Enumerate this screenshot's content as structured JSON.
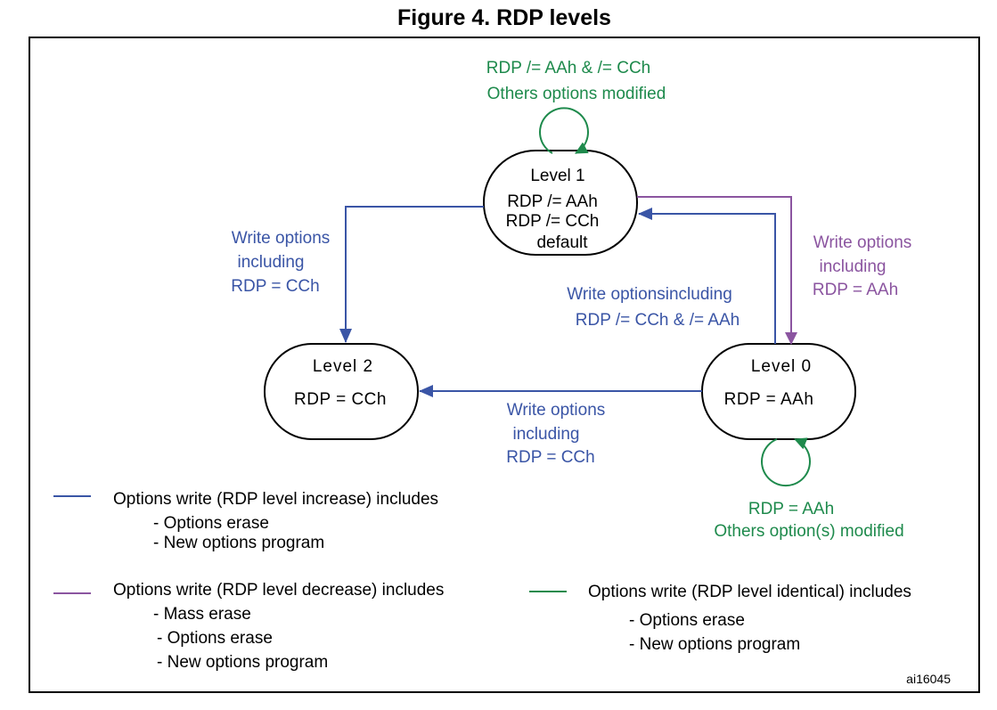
{
  "title": "Figure 4. RDP levels",
  "colors": {
    "increase": "#3a55a6",
    "decrease": "#8b55a0",
    "identical": "#1e8a4c"
  },
  "nodes": {
    "level1": {
      "lines": [
        "Level 1",
        "RDP /= AAh",
        "RDP /= CCh",
        "default"
      ]
    },
    "level2": {
      "lines": [
        "Level 2",
        "RDP = CCh"
      ]
    },
    "level0": {
      "lines": [
        "Level 0",
        "RDP = AAh"
      ]
    }
  },
  "transitions": {
    "l1_self": [
      "RDP /= AAh & /= CCh",
      "Others options modified"
    ],
    "l1_to_l2": [
      "Write options",
      "including",
      "RDP = CCh"
    ],
    "l1_to_l0": [
      "Write options",
      "including",
      "RDP = AAh"
    ],
    "l0_to_l1": [
      "Write optionsincluding",
      "RDP /= CCh & /= AAh"
    ],
    "l0_to_l2": [
      "Write options",
      "including",
      "RDP = CCh"
    ],
    "l0_self": [
      "RDP = AAh",
      "Others option(s) modified"
    ]
  },
  "legend": {
    "increase": [
      "Options write (RDP level increase) includes",
      "- Options erase",
      "- New options program"
    ],
    "decrease": [
      "Options write (RDP level decrease) includes",
      "- Mass erase",
      "- Options erase",
      "- New options program"
    ],
    "identical": [
      "Options write (RDP level identical) includes",
      "- Options erase",
      "- New options program"
    ]
  },
  "figure_id": "ai16045"
}
